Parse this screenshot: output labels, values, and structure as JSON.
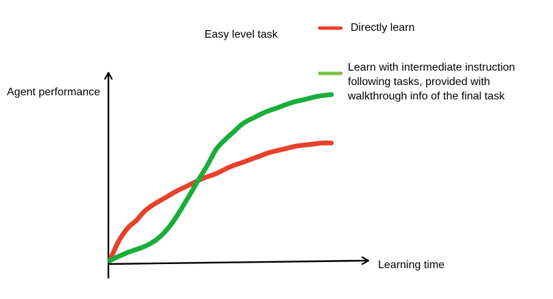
{
  "chart_data": {
    "type": "line",
    "title": "Easy level task",
    "ylabel": "Agent performance",
    "xlabel": "Learning time",
    "x_ticks": "none",
    "y_ticks": "none",
    "grid": false,
    "legend_placement": "top-right",
    "xlim": [
      0,
      100
    ],
    "ylim": [
      0,
      100
    ],
    "series": [
      {
        "name": "Directly learn",
        "color": "#e8412a",
        "x": [
          0,
          4,
          8,
          12,
          16,
          20,
          25,
          30,
          36,
          42,
          48,
          54,
          60,
          66,
          72,
          78,
          84,
          90,
          96,
          100
        ],
        "y": [
          0,
          12,
          20,
          25,
          31,
          35,
          39,
          43,
          47,
          51,
          54,
          58,
          61,
          64,
          67,
          69,
          71,
          72,
          73,
          73
        ]
      },
      {
        "name": "Learn with intermediate instruction following tasks, provided with walkthrough info of the final task",
        "color": "#1aad3a",
        "x": [
          0,
          8,
          16,
          22,
          28,
          34,
          40,
          44,
          48,
          52,
          56,
          60,
          64,
          70,
          76,
          82,
          88,
          94,
          100
        ],
        "y": [
          0,
          5,
          9,
          14,
          23,
          36,
          50,
          59,
          69,
          75,
          80,
          85,
          88,
          92,
          95,
          98,
          100,
          102,
          103
        ]
      }
    ]
  }
}
